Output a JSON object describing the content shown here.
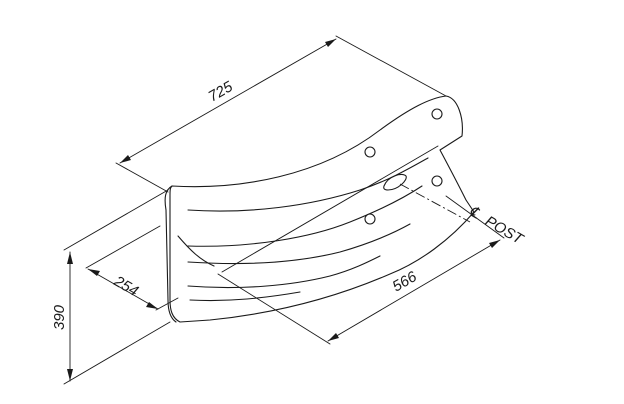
{
  "dimensions": {
    "overall_length": "725",
    "height": "390",
    "depth": "254",
    "post_offset": "566"
  },
  "labels": {
    "post_centerline_symbol": "℄",
    "post_label": "POST"
  },
  "colors": {
    "line": "#1a1a1a",
    "background": "#ffffff"
  }
}
